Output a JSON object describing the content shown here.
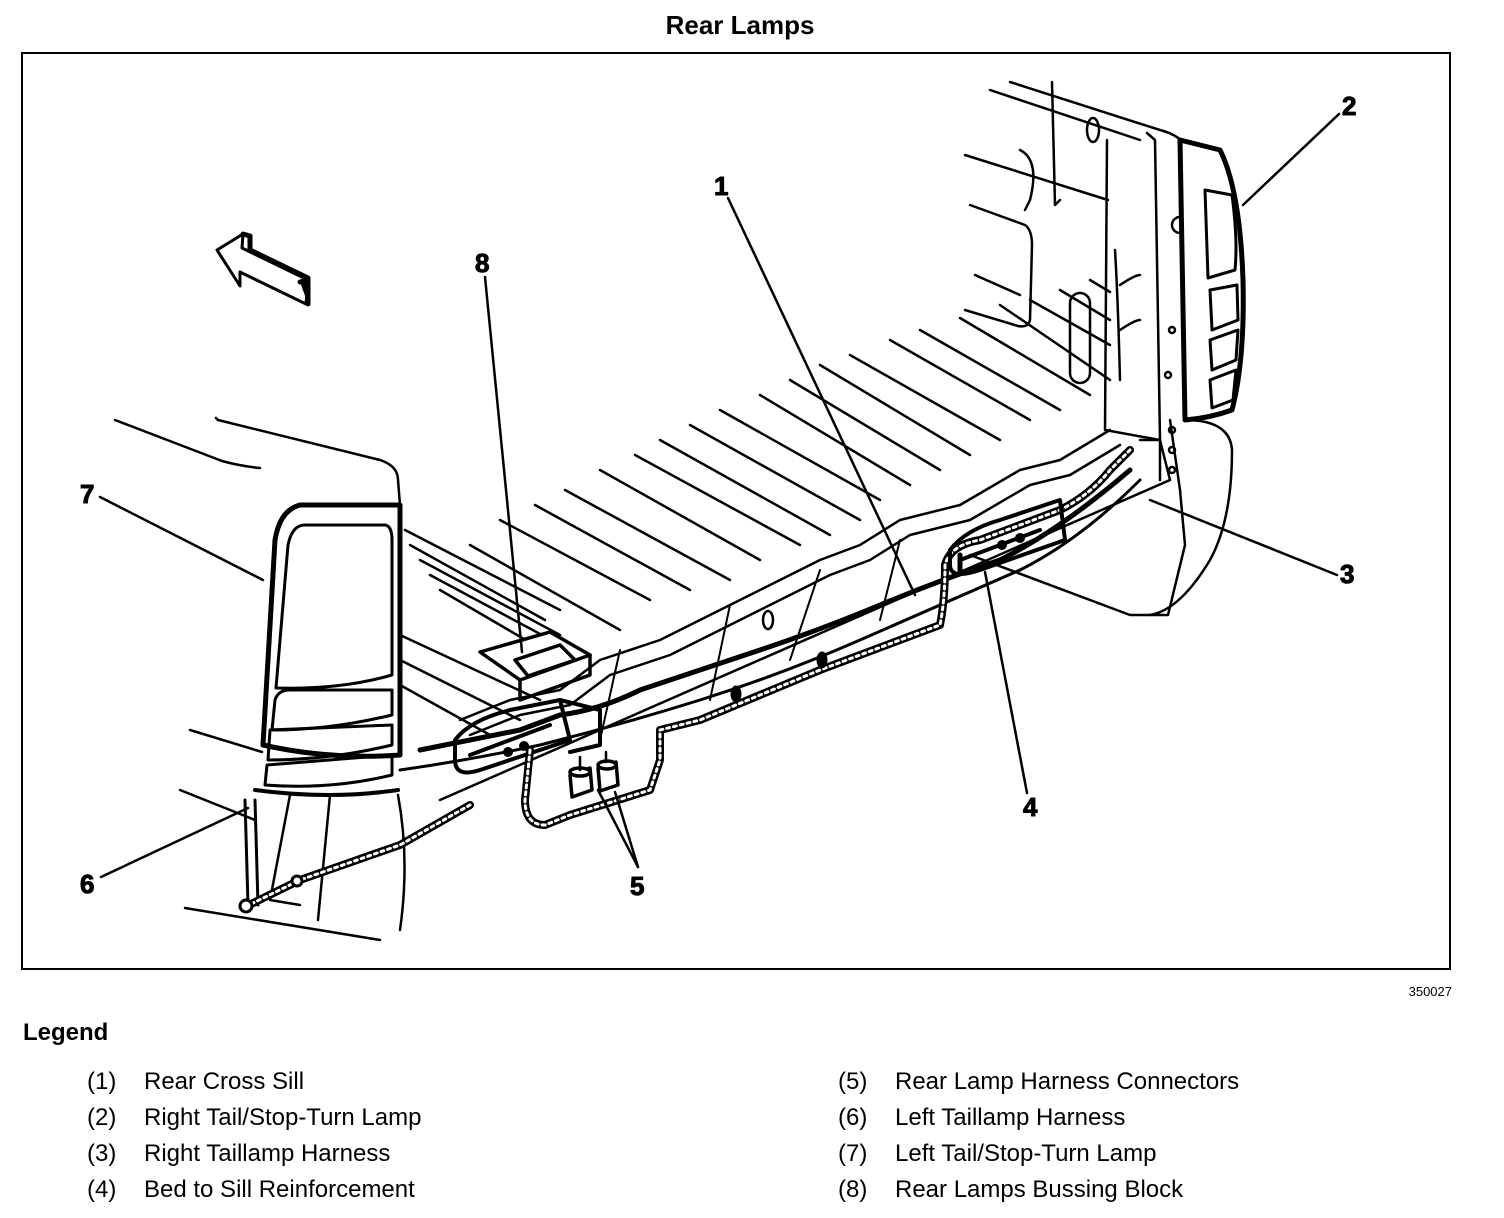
{
  "title": "Rear Lamps",
  "figure_id": "350027",
  "callouts": [
    "1",
    "2",
    "3",
    "4",
    "5",
    "6",
    "7",
    "8"
  ],
  "legend": {
    "title": "Legend",
    "items": [
      {
        "num": "(1)",
        "label": "Rear Cross Sill"
      },
      {
        "num": "(2)",
        "label": "Right Tail/Stop-Turn Lamp"
      },
      {
        "num": "(3)",
        "label": "Right Taillamp Harness"
      },
      {
        "num": "(4)",
        "label": "Bed to Sill Reinforcement"
      },
      {
        "num": "(5)",
        "label": "Rear Lamp Harness Connectors"
      },
      {
        "num": "(6)",
        "label": "Left Taillamp Harness"
      },
      {
        "num": "(7)",
        "label": "Left Tail/Stop-Turn Lamp"
      },
      {
        "num": "(8)",
        "label": "Rear Lamps Bussing Block"
      }
    ]
  },
  "icons": {
    "direction_arrow": "front-direction-arrow-icon"
  },
  "colors": {
    "ink": "#000000",
    "paper": "#ffffff"
  }
}
